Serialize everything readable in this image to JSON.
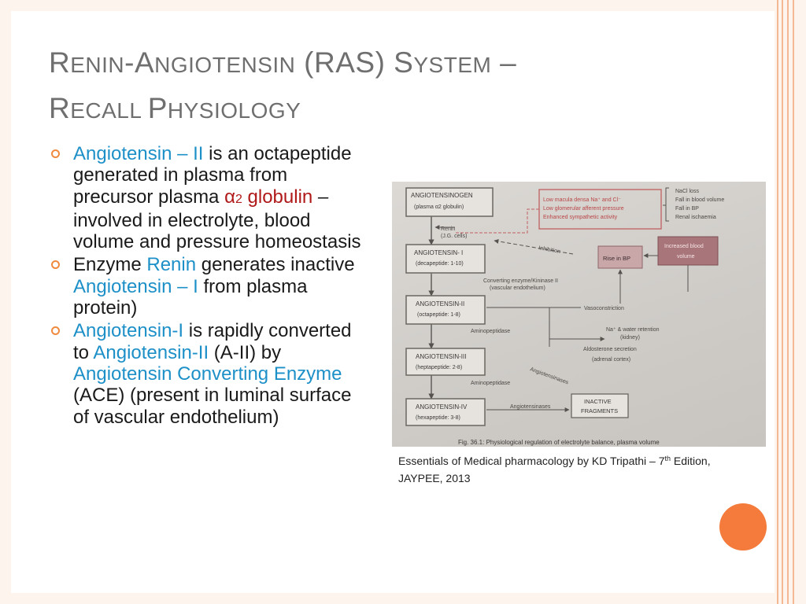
{
  "title": {
    "line1": {
      "r": "R",
      "enin": "ENIN",
      "dash1": "-",
      "a": "A",
      "ngiotensin": "NGIOTENSIN",
      "ras": " (RAS) ",
      "s": "S",
      "ystem": "YSTEM",
      "dash2": " –"
    },
    "line2": {
      "r": "R",
      "ecall": "ECALL ",
      "p": "P",
      "hysiology": "HYSIOLOGY"
    }
  },
  "bullets": {
    "b1": {
      "term": "Angiotensin – II",
      "text_a": " is an octapeptide generated in plasma from precursor plasma ",
      "alpha": "α",
      "sub": "2",
      "globulin": " globulin",
      "text_b": " – involved in electrolyte, blood volume and pressure homeostasis"
    },
    "b2": {
      "text_a": "Enzyme ",
      "renin": "Renin",
      "text_b": " generates inactive ",
      "term": "Angiotensin – I",
      "text_c": " from plasma protein)"
    },
    "b3": {
      "term1": "Angiotensin-I",
      "text_a": " is rapidly converted to ",
      "term2": "Angiotensin-II",
      "text_b": " (A-II) by ",
      "term3": "Angiotensin Converting Enzyme",
      "text_c": "  (ACE) (present in luminal surface of vascular endothelium)"
    }
  },
  "figure": {
    "boxes": {
      "angiotensinogen": {
        "name": "ANGIOTENSINOGEN",
        "detail": "(plasma α2 globulin)"
      },
      "angiotensin1": {
        "name": "ANGIOTENSIN- I",
        "detail": "(decapeptide: 1-10)"
      },
      "angiotensin2": {
        "name": "ANGIOTENSIN-II",
        "detail": "(octapeptide: 1-8)"
      },
      "angiotensin3": {
        "name": "ANGIOTENSIN-III",
        "detail": "(heptapeptide: 2-8)"
      },
      "angiotensin4": {
        "name": "ANGIOTENSIN-IV",
        "detail": "(hexapeptide: 3-8)"
      }
    },
    "stimuli": [
      "Low macula densa Na⁺ and Cl⁻",
      "Low glomerular afferent pressure",
      "Enhanced sympathetic activity"
    ],
    "causes": [
      "NaCl loss",
      "Fall in blood volume",
      "Fall in BP",
      "Renal ischaemia"
    ],
    "renin": [
      "Renin",
      "(J.G. cells)"
    ],
    "inhibition": "Inhibition",
    "rise_bp": "Rise in BP",
    "increased_bv": [
      "Increased blood",
      "volume"
    ],
    "converting": [
      "Converting enzyme/Kininase II",
      "(vascular endothelium)"
    ],
    "effects": {
      "vaso": "Vasoconstriction",
      "na": "Na⁺ & water retention",
      "kidney": "(kidney)",
      "aldo": "Aldosterone secretion",
      "adrenal": "(adrenal cortex)"
    },
    "aminopeptidase": "Aminopeptidase",
    "angiotensinases": "Angiotensinases",
    "inactive": [
      "INACTIVE",
      "FRAGMENTS"
    ],
    "fig_caption": "Fig. 36.1: Physiological regulation of electrolyte balance, plasma volume"
  },
  "caption": {
    "text_a": "Essentials of Medical pharmacology by KD Tripathi – 7",
    "sup": "th",
    "text_b": " Edition, JAYPEE, 2013"
  },
  "colors": {
    "accent_orange": "#f47b3c",
    "bullet_blue": "#1e90c8",
    "title_gray": "#6f6f6f",
    "alpha_red": "#b01919",
    "stripe_peach": "#f5b894"
  }
}
